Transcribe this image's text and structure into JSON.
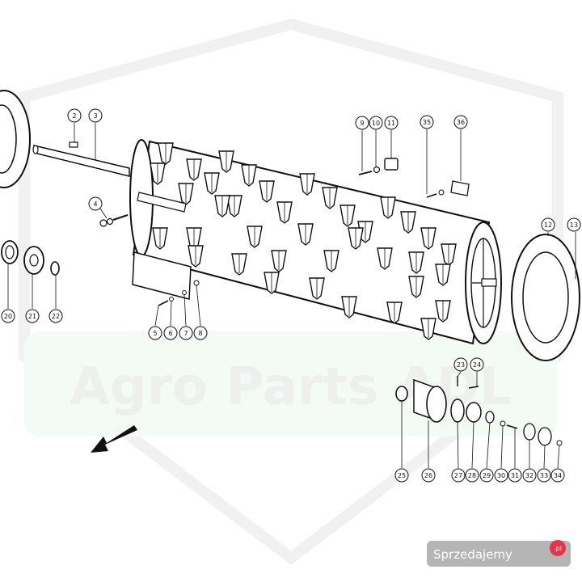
{
  "watermark": {
    "text": "Agro Parts ADL"
  },
  "brand": {
    "name": "Sprzedajemy",
    "suffix": ".pl"
  },
  "callouts": [
    {
      "id": "c2",
      "label": "2"
    },
    {
      "id": "c3",
      "label": "3"
    },
    {
      "id": "c4",
      "label": "4"
    },
    {
      "id": "c5",
      "label": "5"
    },
    {
      "id": "c6",
      "label": "6"
    },
    {
      "id": "c7",
      "label": "7"
    },
    {
      "id": "c8",
      "label": "8"
    },
    {
      "id": "c9",
      "label": "9"
    },
    {
      "id": "c10",
      "label": "10"
    },
    {
      "id": "c11",
      "label": "11"
    },
    {
      "id": "c12",
      "label": "12"
    },
    {
      "id": "c13",
      "label": "13"
    },
    {
      "id": "c20",
      "label": "20"
    },
    {
      "id": "c21",
      "label": "21"
    },
    {
      "id": "c22",
      "label": "22"
    },
    {
      "id": "c23",
      "label": "23"
    },
    {
      "id": "c24",
      "label": "24"
    },
    {
      "id": "c25",
      "label": "25"
    },
    {
      "id": "c26",
      "label": "26"
    },
    {
      "id": "c27",
      "label": "27"
    },
    {
      "id": "c28",
      "label": "28"
    },
    {
      "id": "c29",
      "label": "29"
    },
    {
      "id": "c30",
      "label": "30"
    },
    {
      "id": "c31",
      "label": "31"
    },
    {
      "id": "c32",
      "label": "32"
    },
    {
      "id": "c33",
      "label": "33"
    },
    {
      "id": "c34",
      "label": "34"
    },
    {
      "id": "c35",
      "label": "35"
    },
    {
      "id": "c36",
      "label": "36"
    }
  ]
}
